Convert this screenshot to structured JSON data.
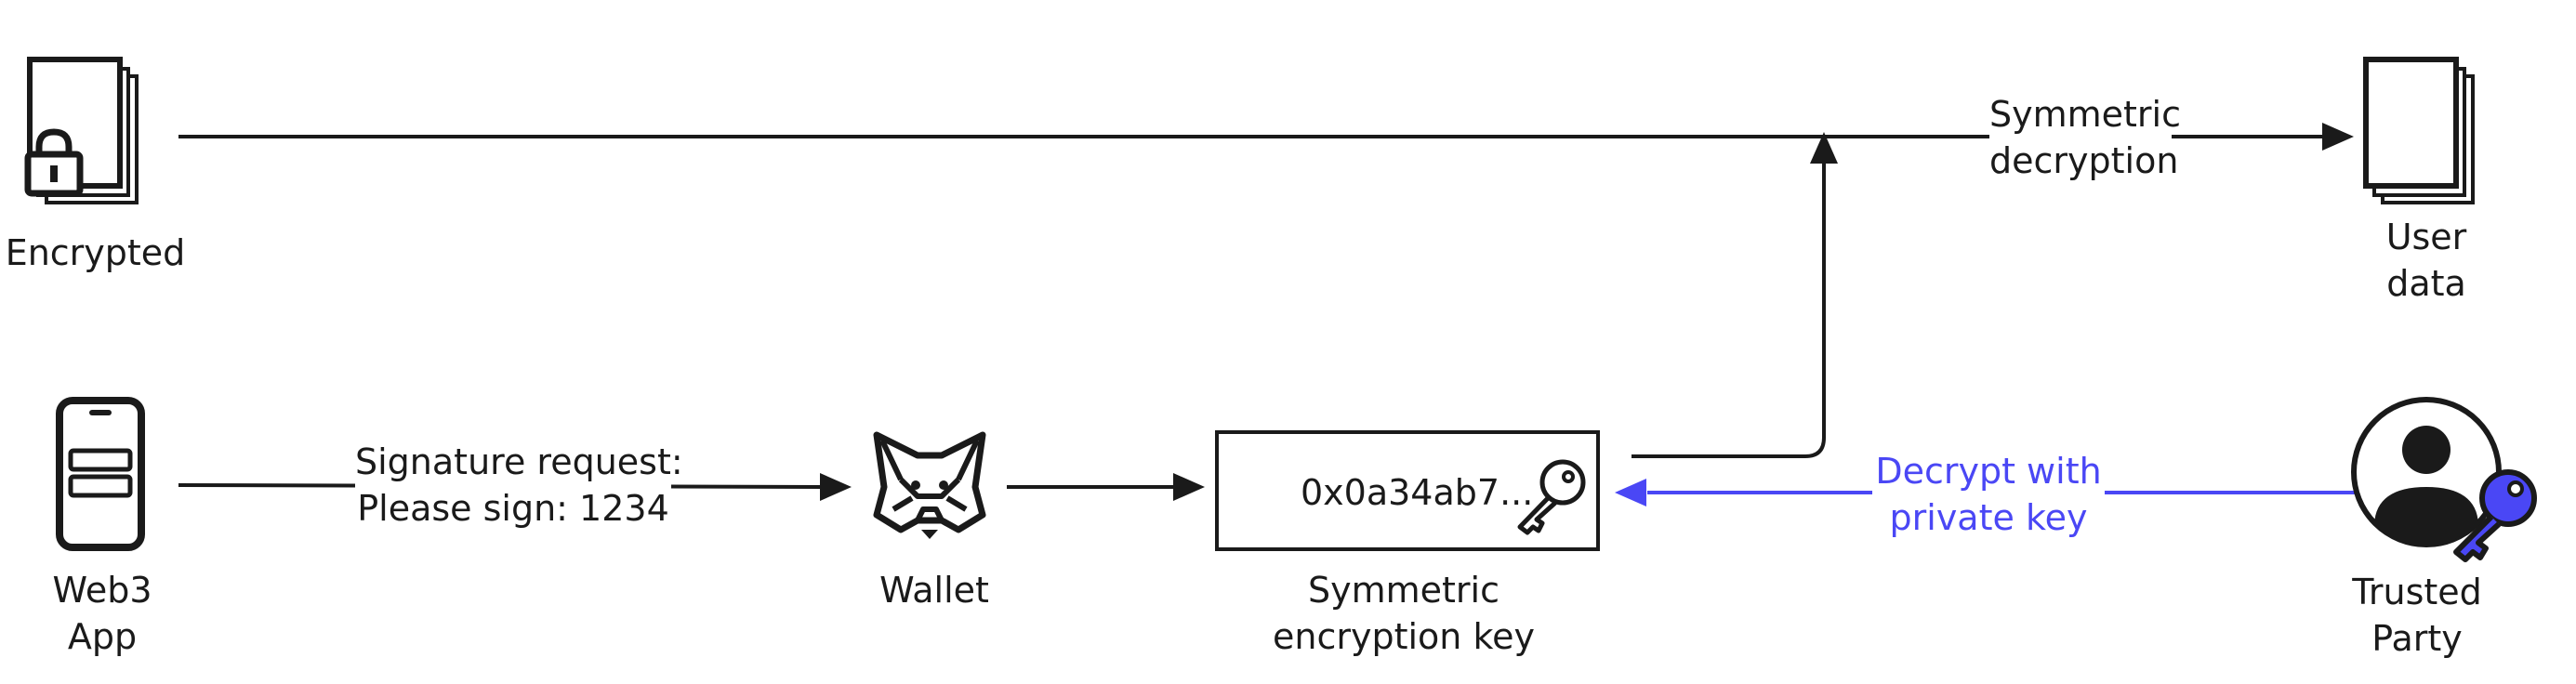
{
  "nodes": {
    "encrypted": {
      "label": "Encrypted"
    },
    "user_data": {
      "line1": "User",
      "line2": "data"
    },
    "web3_app": {
      "line1": "Web3",
      "line2": "App"
    },
    "wallet": {
      "label": "Wallet"
    },
    "key_box": {
      "value": "0x0a34ab7...",
      "line1": "Symmetric",
      "line2": "encryption key"
    },
    "trusted_party": {
      "line1": "Trusted",
      "line2": "Party"
    }
  },
  "edges": {
    "symmetric_decryption": {
      "line1": "Symmetric",
      "line2": "decryption"
    },
    "signature_request": {
      "line1": "Signature request:",
      "line2": "Please sign: 1234"
    },
    "decrypt_private_key": {
      "line1": "Decrypt with",
      "line2": "private key"
    }
  },
  "colors": {
    "ink": "#1a1a1a",
    "accent": "#4a47f5"
  },
  "icons": [
    "locked-document-icon",
    "document-stack-icon",
    "phone-icon",
    "fox-wallet-icon",
    "key-icon",
    "person-with-key-icon"
  ]
}
